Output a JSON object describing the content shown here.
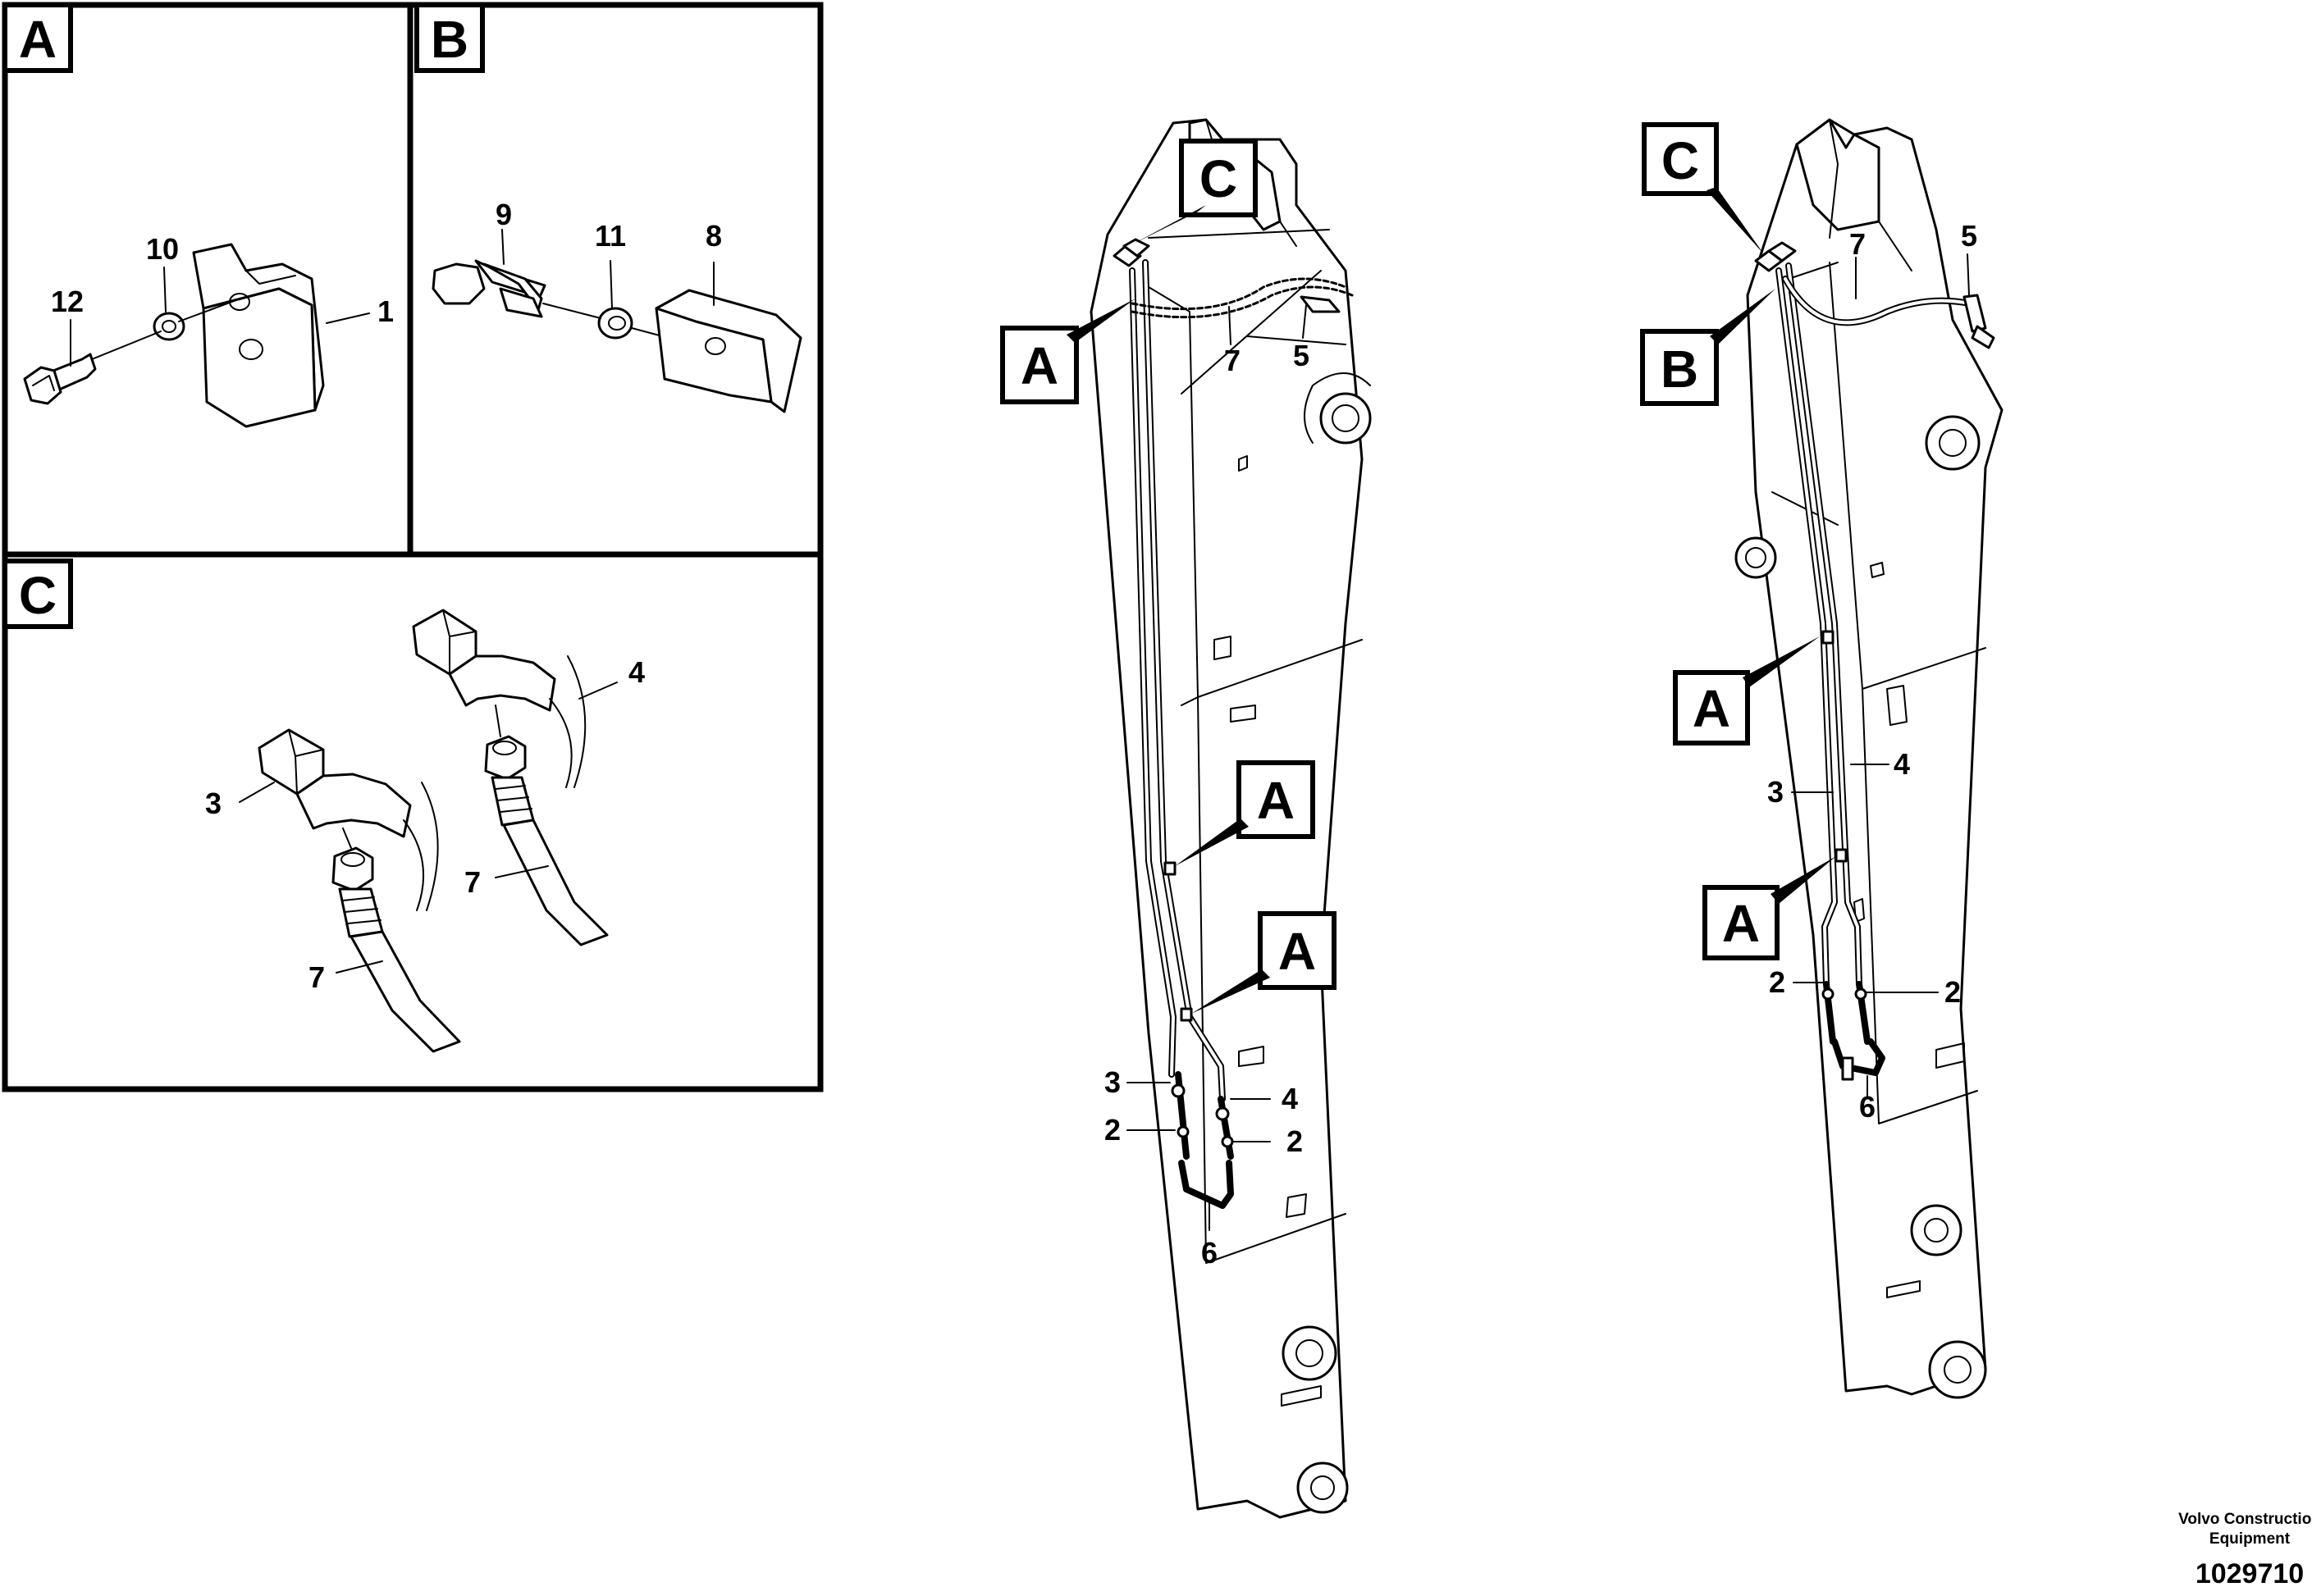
{
  "panels": {
    "a": {
      "letter": "A",
      "labels": {
        "p12": "12",
        "p10": "10",
        "p1": "1"
      }
    },
    "b": {
      "letter": "B",
      "labels": {
        "p9": "9",
        "p11": "11",
        "p8": "8"
      }
    },
    "c": {
      "letter": "C",
      "labels": {
        "p4": "4",
        "p3": "3",
        "p7a": "7",
        "p7b": "7"
      }
    }
  },
  "left_boom": {
    "callouts": {
      "c": "C",
      "a1": "A",
      "a2": "A",
      "a3": "A"
    },
    "labels": {
      "p7": "7",
      "p5": "5",
      "p3": "3",
      "p4": "4",
      "p2a": "2",
      "p2b": "2",
      "p6": "6"
    }
  },
  "right_boom": {
    "callouts": {
      "c": "C",
      "b": "B",
      "a1": "A",
      "a2": "A"
    },
    "labels": {
      "p7": "7",
      "p5": "5",
      "p4": "4",
      "p3": "3",
      "p2a": "2",
      "p2b": "2",
      "p6": "6"
    }
  },
  "footer": {
    "line1": "Volvo Construction",
    "line2": "Equipment",
    "id": "1029710"
  }
}
